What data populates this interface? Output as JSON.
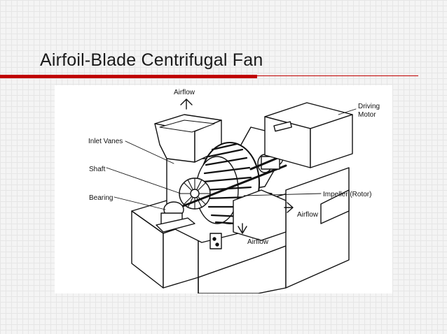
{
  "slide": {
    "title": "Airfoil-Blade Centrifugal Fan",
    "accent_color": "#c00000"
  },
  "diagram": {
    "labels": {
      "airflow_top": "Airflow",
      "driving_motor_line1": "Driving",
      "driving_motor_line2": "Motor",
      "inlet_vanes": "Inlet Vanes",
      "shaft": "Shaft",
      "bearing": "Bearing",
      "impeller": "Impeller (Rotor)",
      "airflow_right": "Airflow",
      "airflow_bottom": "Airflow"
    }
  }
}
